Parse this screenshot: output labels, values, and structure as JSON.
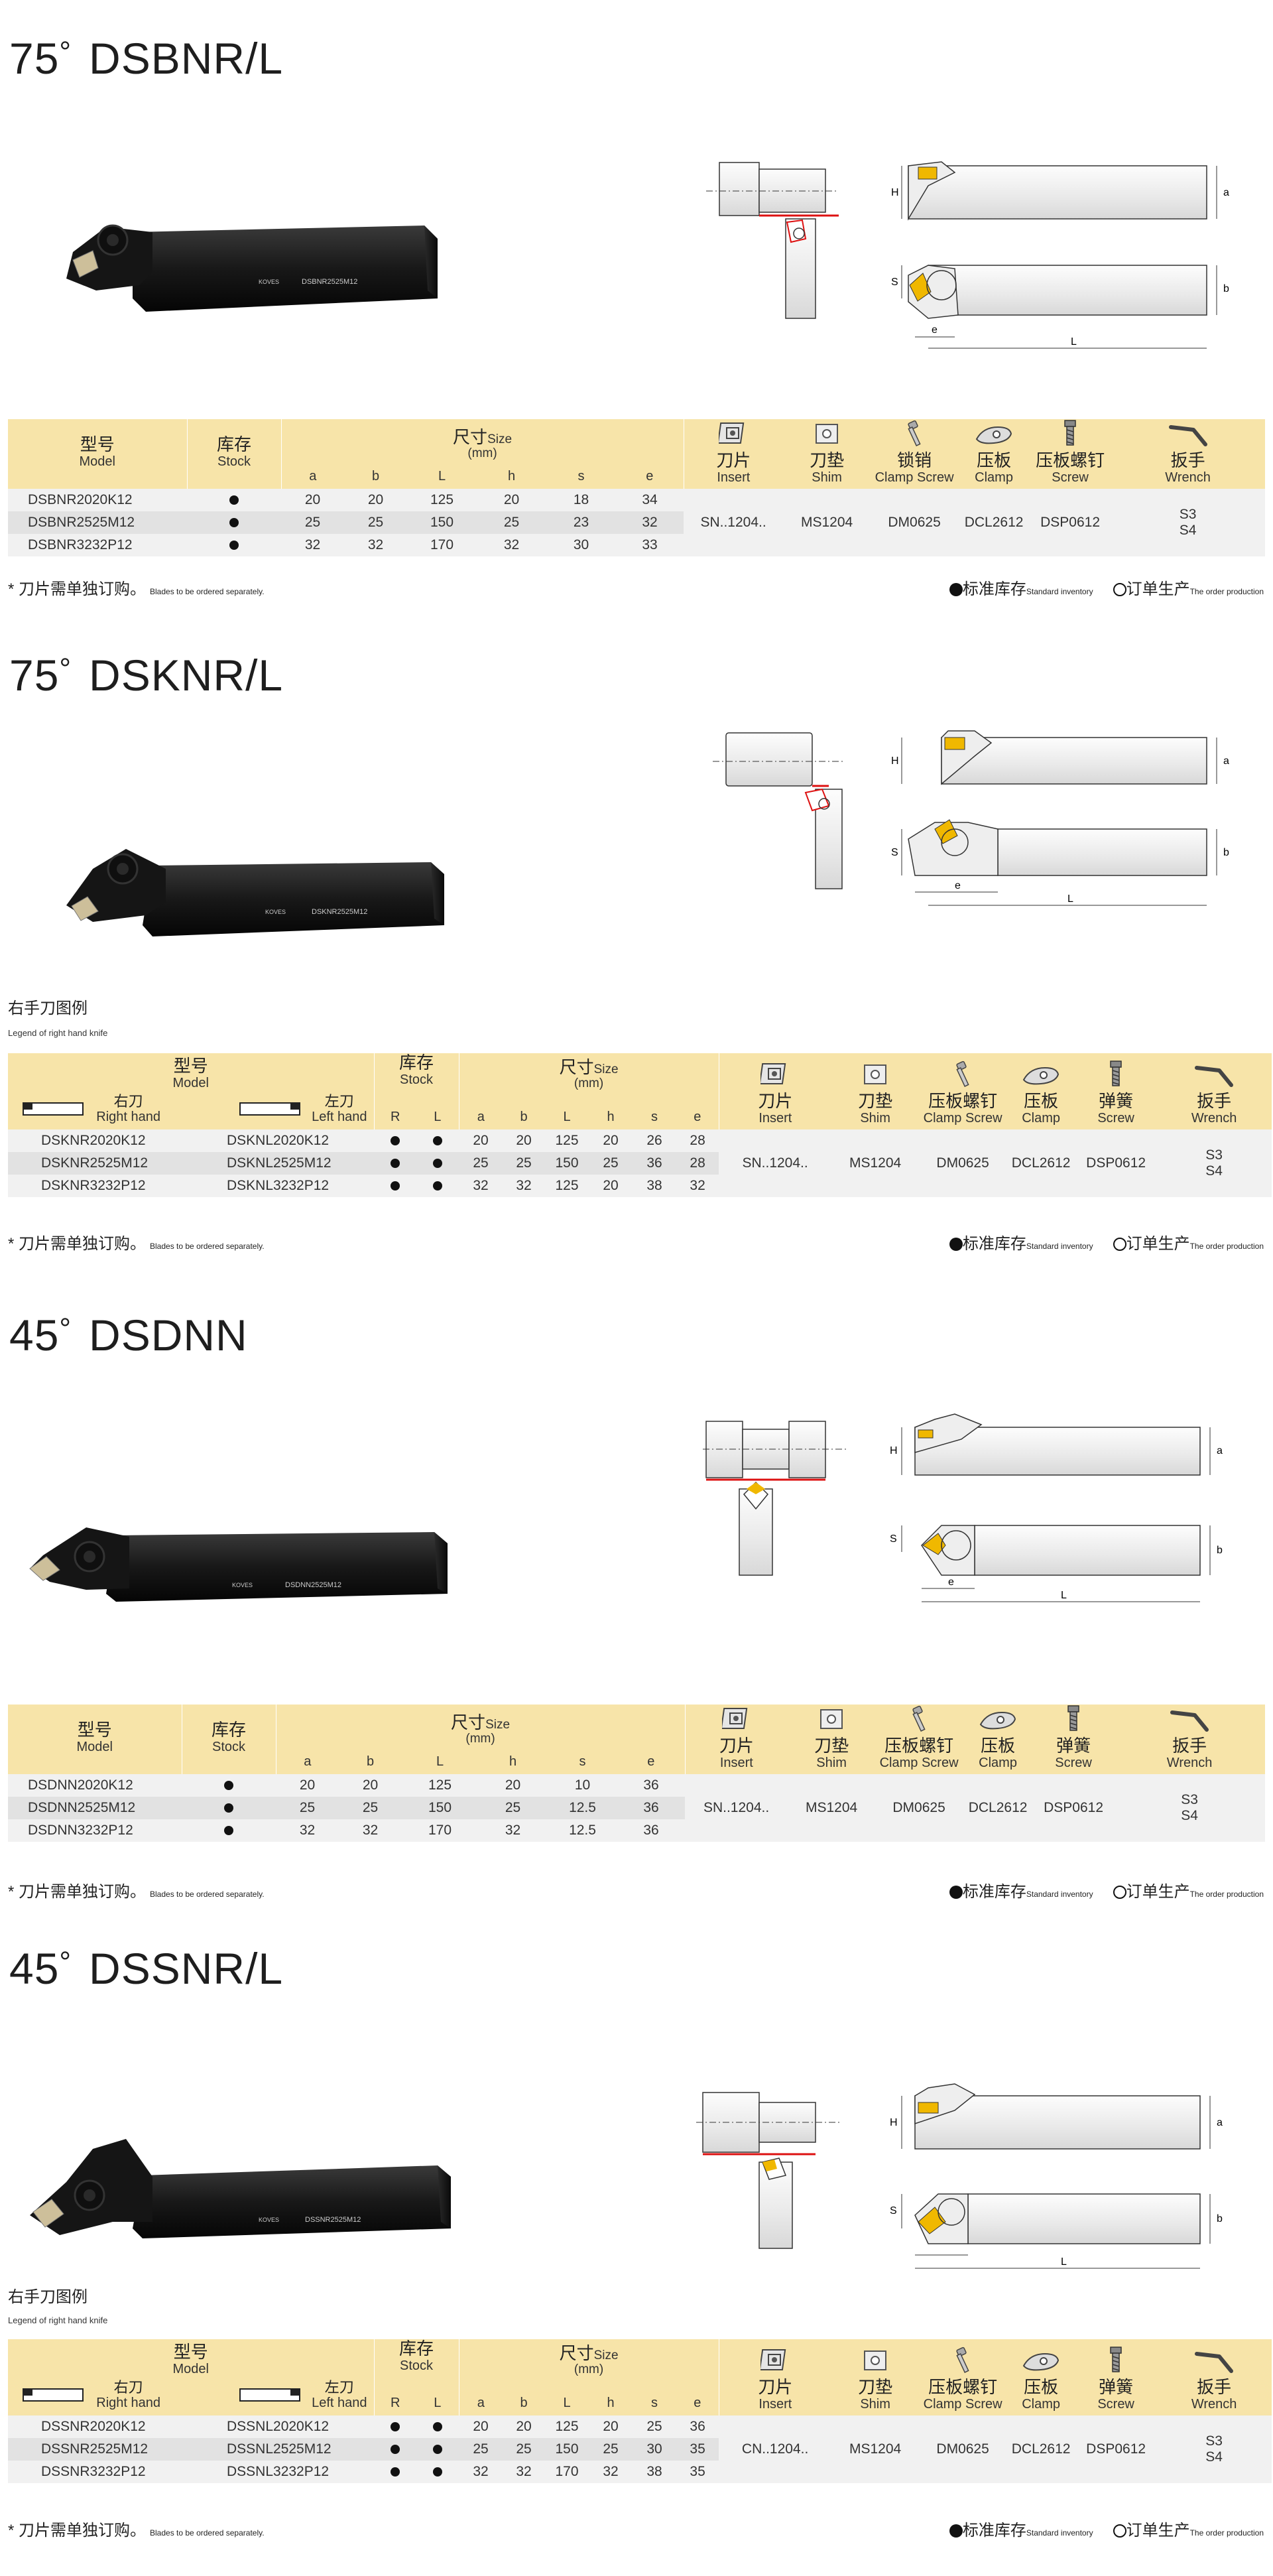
{
  "common": {
    "model_cn": "型号",
    "model_en": "Model",
    "stock_cn": "库存",
    "stock_en": "Stock",
    "size_cn": "尺寸",
    "size_en": "Size",
    "size_unit": "(mm)",
    "right_cn": "右刀",
    "right_en": "Right hand",
    "left_cn": "左刀",
    "left_en": "Left hand",
    "R": "R",
    "L": "L",
    "cols": {
      "a": "a",
      "b": "b",
      "L": "L",
      "h": "h",
      "s": "s",
      "e": "e"
    },
    "insert_cn": "刀片",
    "insert_en": "Insert",
    "shim_cn": "刀垫",
    "shim_en": "Shim",
    "lockpin_cn": "锁销",
    "clamp_screw_cn": "压板螺钉",
    "clamp_screw_en": "Clamp Screw",
    "clamp_cn": "压板",
    "clamp_en": "Clamp",
    "screw_cn": "压板螺钉",
    "screw_en": "Screw",
    "spring_cn": "弹簧",
    "wrench_cn": "扳手",
    "wrench_en": "Wrench",
    "note_cn": "* 刀片需单独订购。",
    "note_en": "Blades to be ordered separately.",
    "standard_cn": "标准库存",
    "standard_en": "Standard inventory",
    "order_cn": "订单生产",
    "order_en": "The order production",
    "legend_cn": "右手刀图例",
    "legend_en": "Legend of right hand knife",
    "brand": "KOVES"
  },
  "sections": [
    {
      "id": "dsbnr",
      "deg": "75",
      "name": "DSBNR/L",
      "photo_label": "DSBNR2525M12",
      "rows": [
        {
          "model": "DSBNR2020K12",
          "a": "20",
          "b": "20",
          "L": "125",
          "h": "20",
          "s": "18",
          "e": "34"
        },
        {
          "model": "DSBNR2525M12",
          "a": "25",
          "b": "25",
          "L": "150",
          "h": "25",
          "s": "23",
          "e": "32"
        },
        {
          "model": "DSBNR3232P12",
          "a": "32",
          "b": "32",
          "L": "170",
          "h": "32",
          "s": "30",
          "e": "33"
        }
      ],
      "acc": {
        "insert": "SN..1204..",
        "shim": "MS1204",
        "clamp_screw": "DM0625",
        "clamp": "DCL2612",
        "screw": "DSP0612",
        "wrench1": "S3",
        "wrench2": "S4"
      }
    },
    {
      "id": "dsknr",
      "deg": "75",
      "name": "DSKNR/L",
      "photo_label": "DSKNR2525M12",
      "rows": [
        {
          "right": "DSKNR2020K12",
          "left": "DSKNL2020K12",
          "a": "20",
          "b": "20",
          "L": "125",
          "h": "20",
          "s": "26",
          "e": "28"
        },
        {
          "right": "DSKNR2525M12",
          "left": "DSKNL2525M12",
          "a": "25",
          "b": "25",
          "L": "150",
          "h": "25",
          "s": "36",
          "e": "28"
        },
        {
          "right": "DSKNR3232P12",
          "left": "DSKNL3232P12",
          "a": "32",
          "b": "32",
          "L": "125",
          "h": "20",
          "s": "38",
          "e": "32"
        }
      ],
      "acc": {
        "insert": "SN..1204..",
        "shim": "MS1204",
        "clamp_screw": "DM0625",
        "clamp": "DCL2612",
        "screw": "DSP0612",
        "wrench1": "S3",
        "wrench2": "S4"
      }
    },
    {
      "id": "dsdnn",
      "deg": "45",
      "name": "DSDNN",
      "photo_label": "DSDNN2525M12",
      "rows": [
        {
          "model": "DSDNN2020K12",
          "a": "20",
          "b": "20",
          "L": "125",
          "h": "20",
          "s": "10",
          "e": "36"
        },
        {
          "model": "DSDNN2525M12",
          "a": "25",
          "b": "25",
          "L": "150",
          "h": "25",
          "s": "12.5",
          "e": "36"
        },
        {
          "model": "DSDNN3232P12",
          "a": "32",
          "b": "32",
          "L": "170",
          "h": "32",
          "s": "12.5",
          "e": "36"
        }
      ],
      "acc": {
        "insert": "SN..1204..",
        "shim": "MS1204",
        "clamp_screw": "DM0625",
        "clamp": "DCL2612",
        "screw": "DSP0612",
        "wrench1": "S3",
        "wrench2": "S4"
      }
    },
    {
      "id": "dssnr",
      "deg": "45",
      "name": "DSSNR/L",
      "photo_label": "DSSNR2525M12",
      "rows": [
        {
          "right": "DSSNR2020K12",
          "left": "DSSNL2020K12",
          "a": "20",
          "b": "20",
          "L": "125",
          "h": "20",
          "s": "25",
          "e": "36"
        },
        {
          "right": "DSSNR2525M12",
          "left": "DSSNL2525M12",
          "a": "25",
          "b": "25",
          "L": "150",
          "h": "25",
          "s": "30",
          "e": "35"
        },
        {
          "right": "DSSNR3232P12",
          "left": "DSSNL3232P12",
          "a": "32",
          "b": "32",
          "L": "170",
          "h": "32",
          "s": "38",
          "e": "35"
        }
      ],
      "acc": {
        "insert": "CN..1204..",
        "shim": "MS1204",
        "clamp_screw": "DM0625",
        "clamp": "DCL2612",
        "screw": "DSP0612",
        "wrench1": "S3",
        "wrench2": "S4"
      }
    }
  ]
}
